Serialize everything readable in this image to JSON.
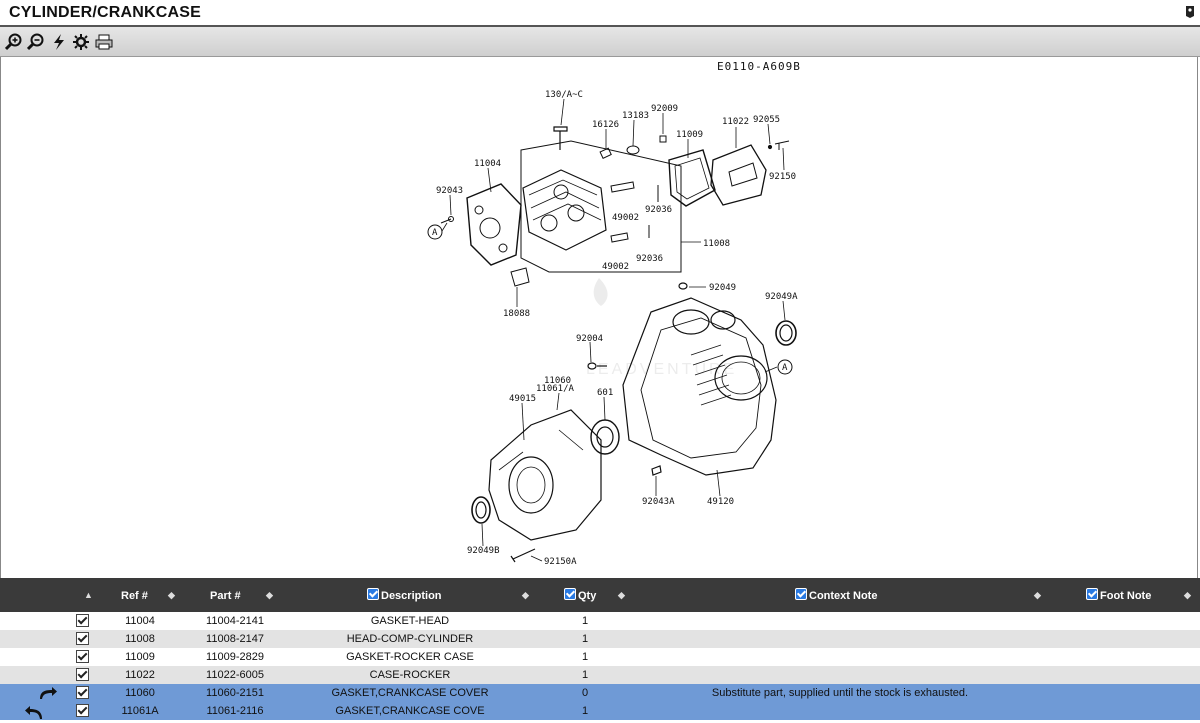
{
  "header": {
    "title": "CYLINDER/CRANKCASE",
    "help_icon": "info-icon"
  },
  "toolbar": {
    "buttons": [
      {
        "name": "zoom-in-icon"
      },
      {
        "name": "zoom-out-icon"
      },
      {
        "name": "fit-icon"
      },
      {
        "name": "settings-icon"
      },
      {
        "name": "print-icon"
      }
    ]
  },
  "diagram": {
    "code": "E0110-A609B",
    "labels": {
      "l130": "130/A~C",
      "l16126": "16126",
      "l13183": "13183",
      "l92009": "92009",
      "l11009": "11009",
      "l11022": "11022",
      "l92055": "92055",
      "l92150": "92150",
      "l11004": "11004",
      "l92043": "92043",
      "l49002a": "49002",
      "l92036a": "92036",
      "l11008": "11008",
      "l49002b": "49002",
      "l92036b": "92036",
      "l18088": "18088",
      "l92049": "92049",
      "l92049A": "92049A",
      "l92004": "92004",
      "l11060": "11060",
      "l11061A": "11061/A",
      "l49015": "49015",
      "l601": "601",
      "l92043A": "92043A",
      "l49120": "49120",
      "l92049B": "92049B",
      "l92150A": "92150A",
      "markerA1": "A",
      "markerA2": "A"
    }
  },
  "table": {
    "columns": {
      "ref": "Ref #",
      "part": "Part #",
      "description": "Description",
      "qty": "Qty",
      "context": "Context Note",
      "foot": "Foot Note"
    },
    "rows": [
      {
        "ref": "11004",
        "part": "11004-2141",
        "description": "GASKET-HEAD",
        "qty": "1",
        "context": ""
      },
      {
        "ref": "11008",
        "part": "11008-2147",
        "description": "HEAD-COMP-CYLINDER",
        "qty": "1",
        "context": ""
      },
      {
        "ref": "11009",
        "part": "11009-2829",
        "description": "GASKET-ROCKER CASE",
        "qty": "1",
        "context": ""
      },
      {
        "ref": "11022",
        "part": "11022-6005",
        "description": "CASE-ROCKER",
        "qty": "1",
        "context": ""
      },
      {
        "ref": "11060",
        "part": "11060-2151",
        "description": "GASKET,CRANKCASE COVER",
        "qty": "0",
        "context": "Substitute part, supplied until the stock is exhausted."
      },
      {
        "ref": "11061A",
        "part": "11061-2116",
        "description": "GASKET,CRANKCASE COVE",
        "qty": "1",
        "context": ""
      }
    ]
  }
}
